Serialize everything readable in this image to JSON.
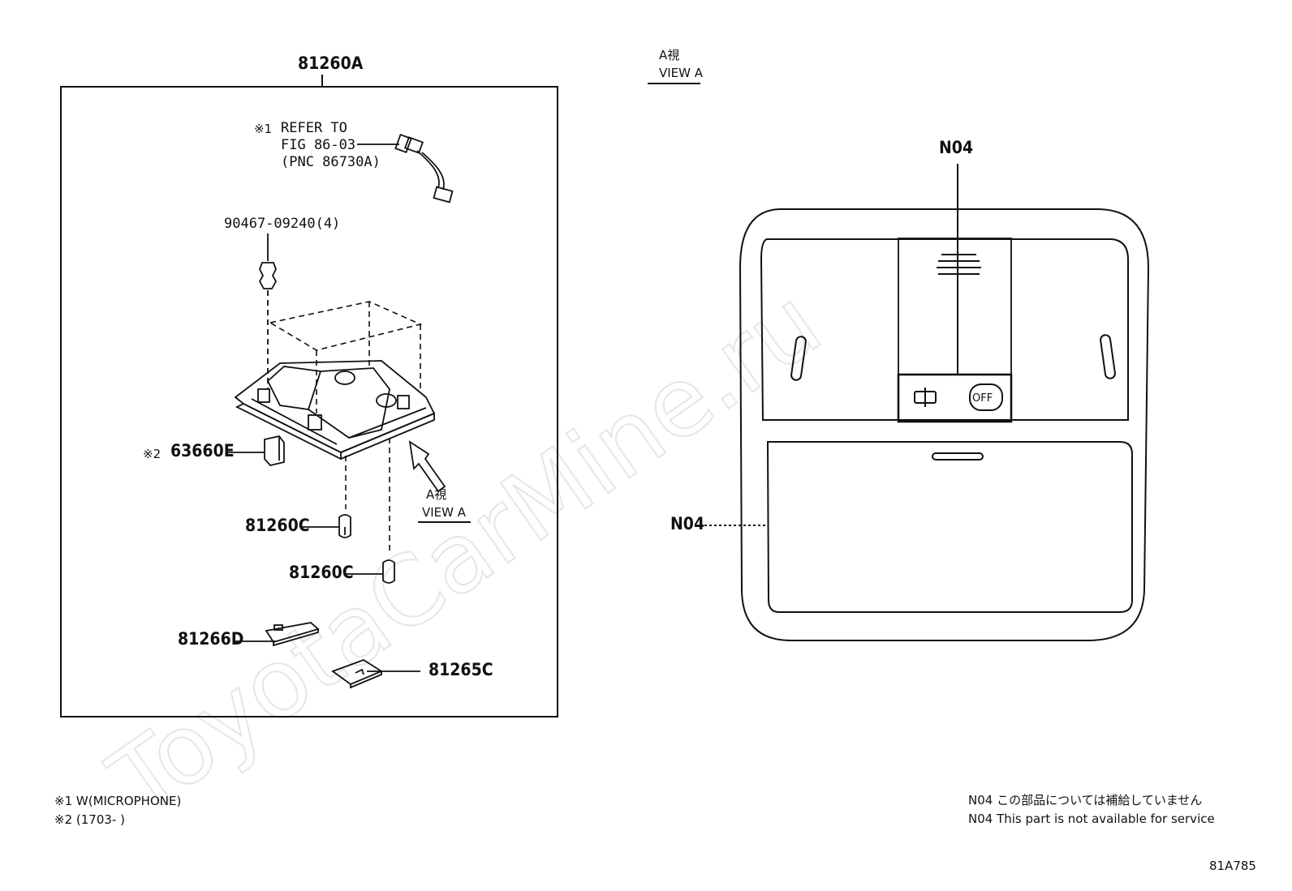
{
  "main_group": {
    "label": "81260A"
  },
  "view_a_top": {
    "jp": "A視",
    "en": "VIEW A"
  },
  "callouts": {
    "refer_mark": "※1",
    "refer_line1": "REFER TO",
    "refer_line2": "FIG 86-03",
    "refer_line3": "(PNC 86730A)",
    "screw": "90467-09240(4)",
    "part_63660e_mark": "※2",
    "part_63660e": "63660E",
    "view_a_inner_jp": "A視",
    "view_a_inner_en": "VIEW A",
    "part_81260c_1": "81260C",
    "part_81260c_2": "81260C",
    "part_81266d": "81266D",
    "part_81265c": "81265C",
    "n04_top": "N04",
    "n04_left": "N04",
    "off_button": "OFF"
  },
  "footnotes": {
    "note1": "※1 W(MICROPHONE)",
    "note2": "※2 (1703-      )"
  },
  "notice": {
    "jp": "N04 この部品については補給していません",
    "en": "N04 This part is not available for service"
  },
  "figure_code": "81A785",
  "watermark": "ToyotaCarMine.ru"
}
